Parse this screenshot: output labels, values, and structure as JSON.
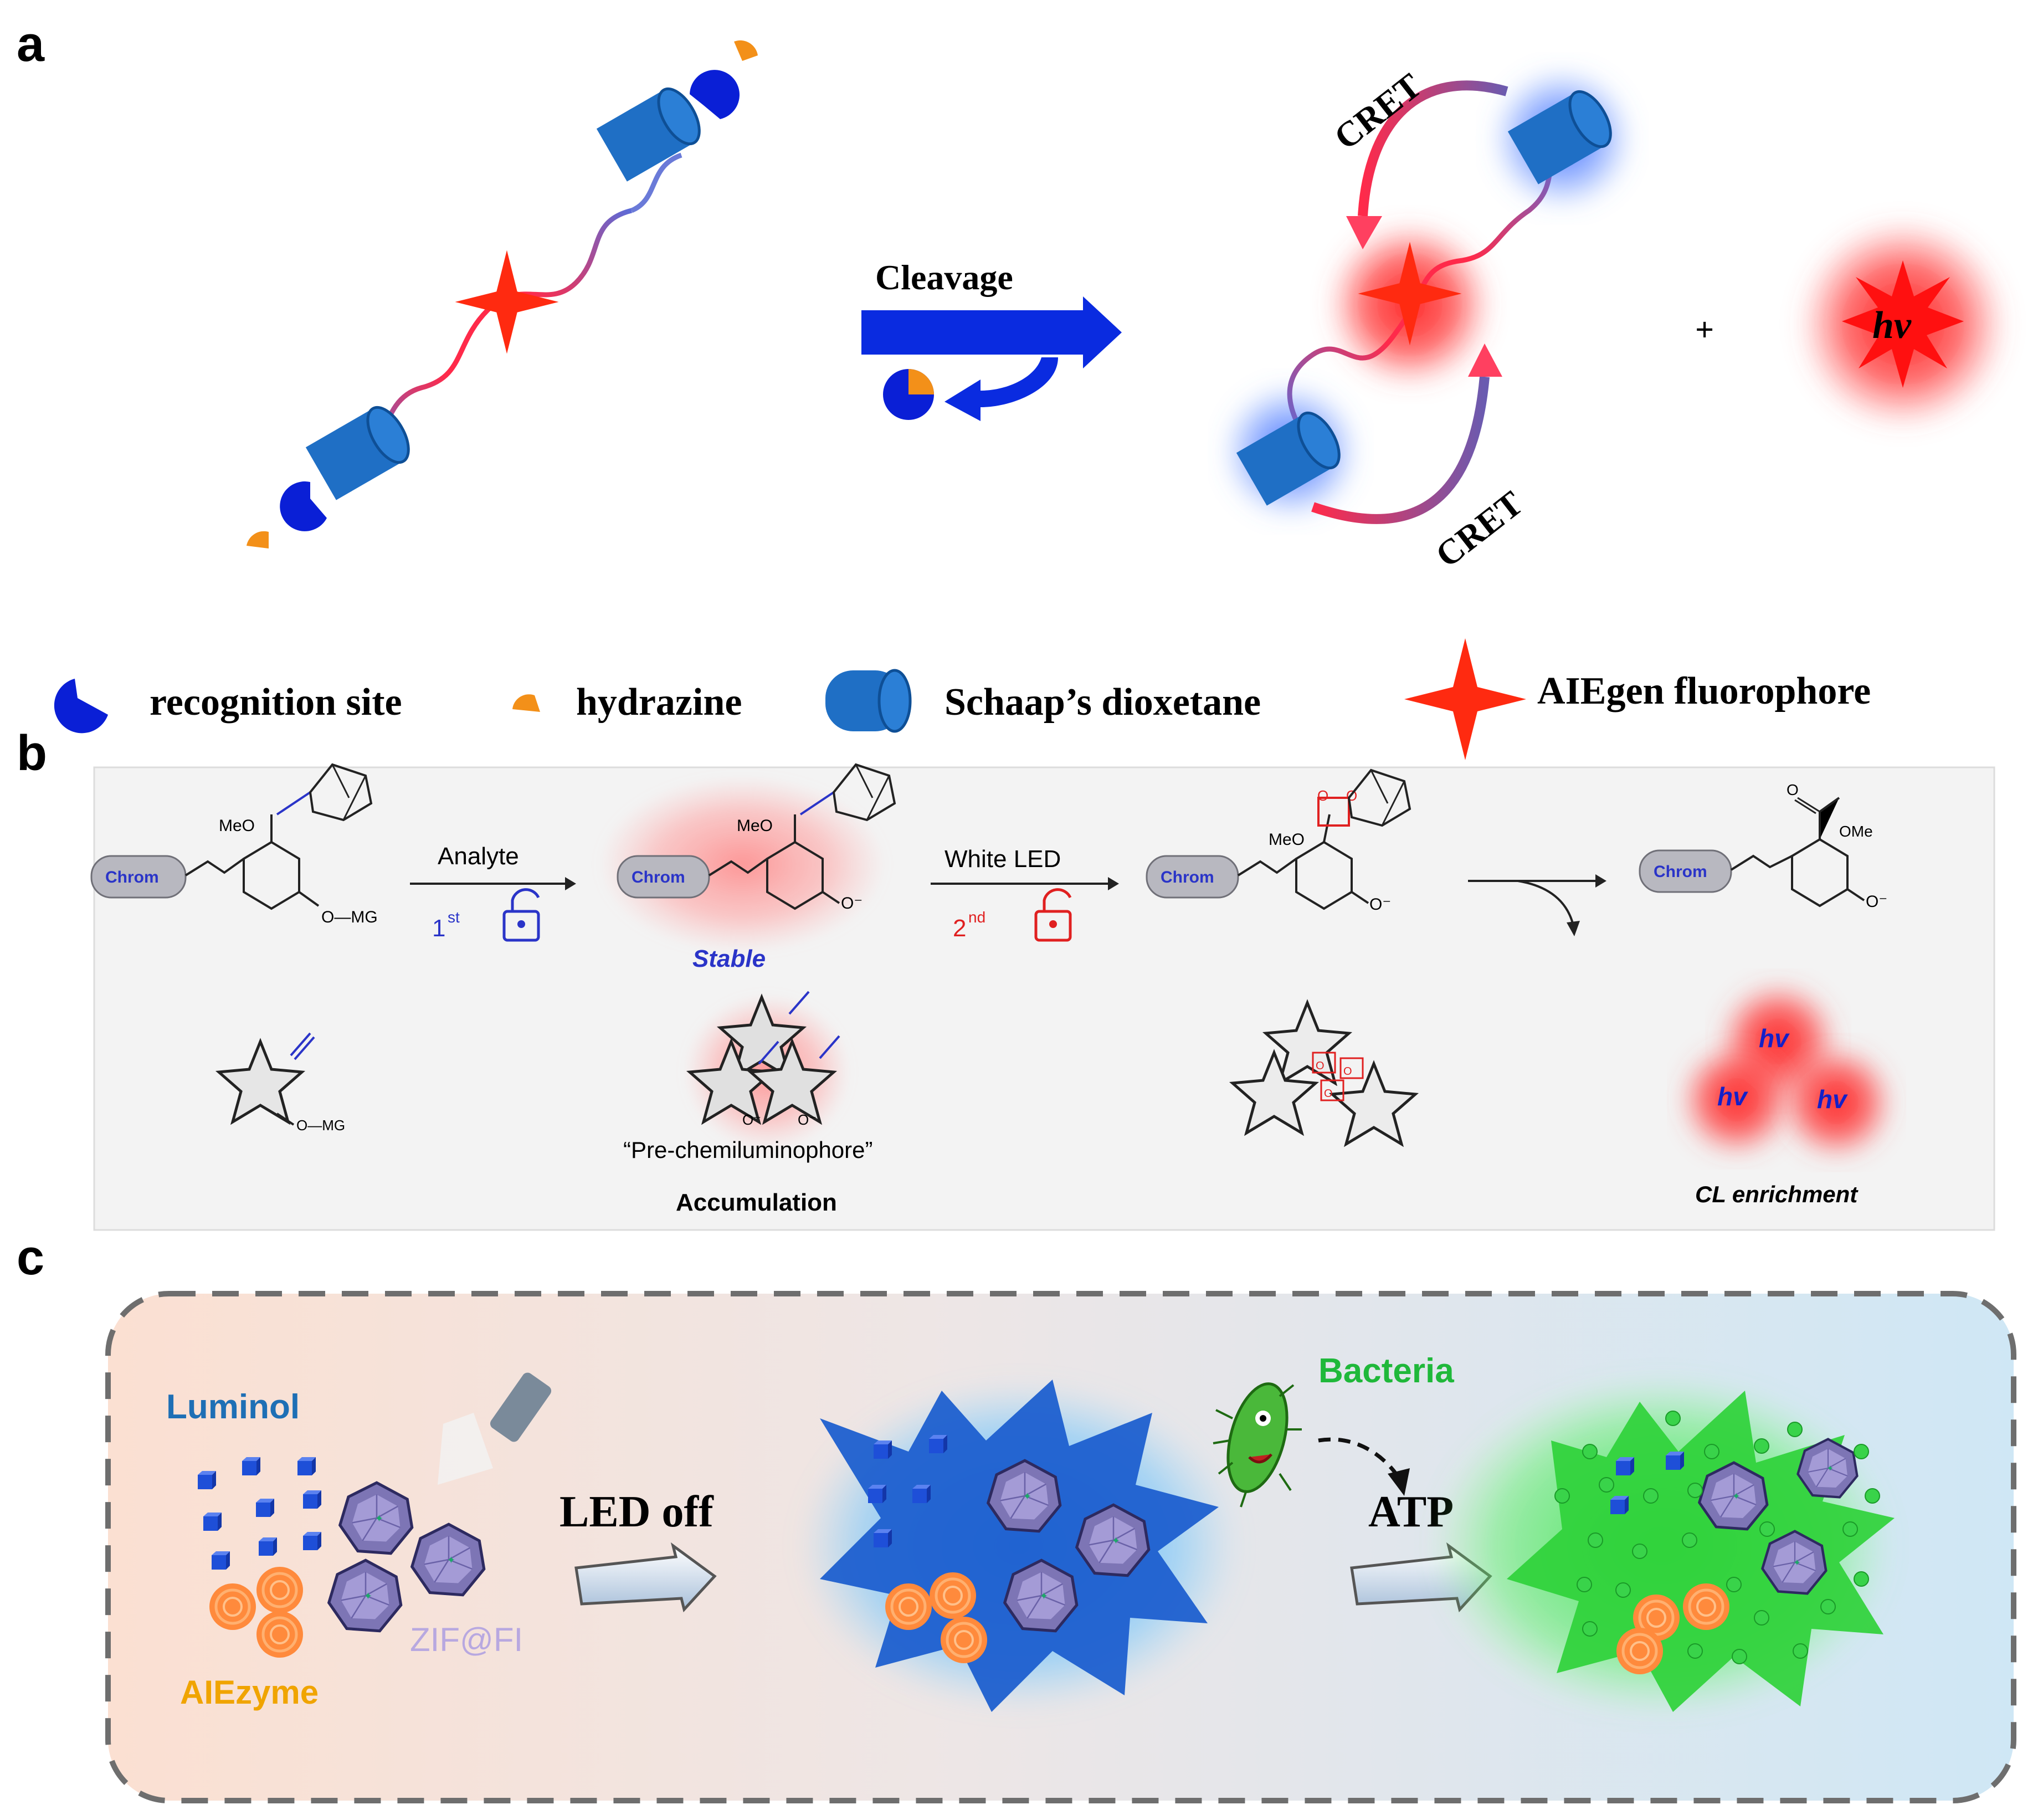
{
  "panels": {
    "a": {
      "letter": "a",
      "cleavage": "Cleavage",
      "cret_top": "CRET",
      "cret_bottom": "CRET",
      "plus": "+",
      "hv": "hv"
    },
    "legend": {
      "recognition": "recognition site",
      "hydrazine": "hydrazine",
      "dioxetane": "Schaap’s dioxetane",
      "aiegen": "AIEgen fluorophore"
    },
    "b": {
      "letter": "b",
      "chrom": "Chrom",
      "meo": "MeO",
      "ome": "OMe",
      "omg": "O—MG",
      "oneg": "O⁻",
      "analyte": "Analyte",
      "first_num": "1",
      "first_sup": "st",
      "white_led": "White LED",
      "second_num": "2",
      "second_sup": "nd",
      "stable": "Stable",
      "pre": "“Pre-chemiluminophore”",
      "accumulation": "Accumulation",
      "cl_enrichment": "CL enrichment",
      "hv": "hv",
      "o": "O",
      "mg": "O—MG"
    },
    "c": {
      "letter": "c",
      "luminol": "Luminol",
      "aiezyme": "AIEzyme",
      "zif": "ZIF@FI",
      "led_off": "LED off",
      "bacteria": "Bacteria",
      "atp": "ATP"
    }
  },
  "colors": {
    "dioxetane_blue": "#1f6fc5",
    "recognition_blue": "#0a1fd6",
    "hydrazine_orange": "#f39019",
    "star_red": "#ff2a10",
    "arrow_blue": "#0a2be0",
    "luminol_blue": "#1e6fb5",
    "aiezyme_orange": "#f0a400",
    "zif_purple": "#b8a8e0",
    "bacteria_green": "#1fb83a",
    "glow_green": "#2fd13a"
  }
}
